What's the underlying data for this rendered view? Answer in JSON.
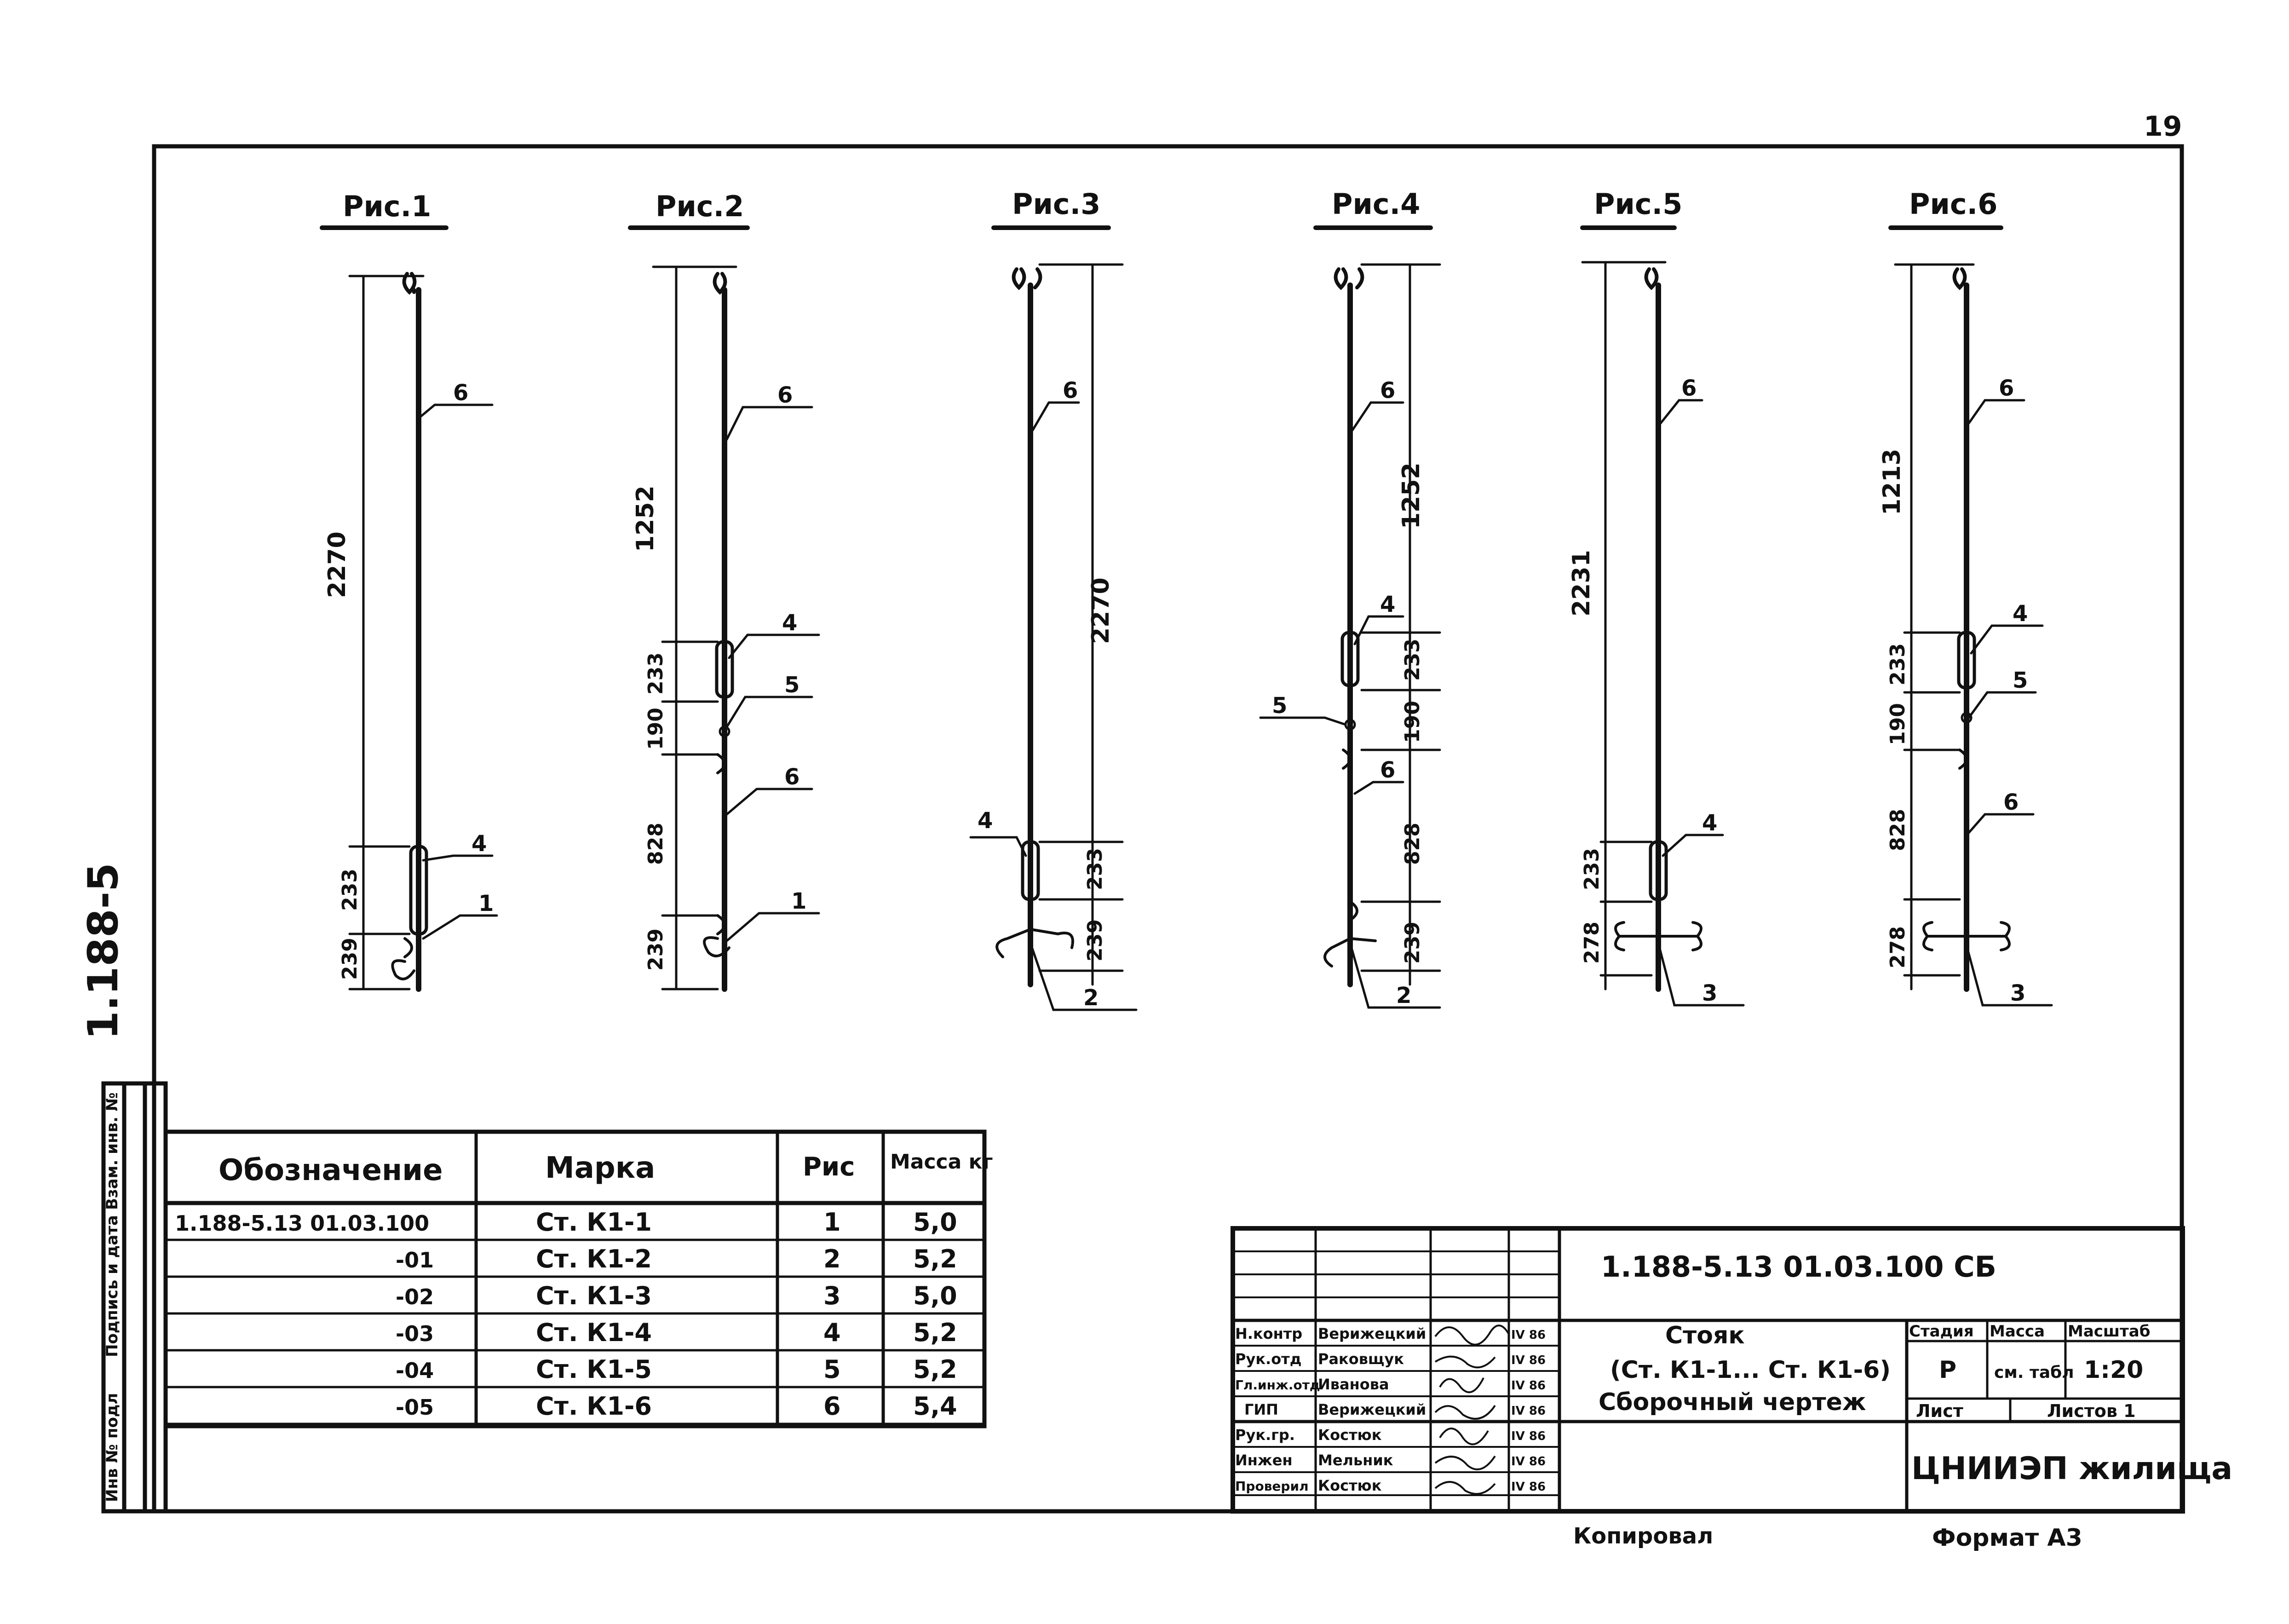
{
  "page_number": "19",
  "side_code": "1.188-5",
  "side_stamp": {
    "col1": "Инв № подл",
    "col2": "Подпись и дата",
    "col3": "Взам. инв. №"
  },
  "figures": [
    {
      "title": "Рис.1",
      "dims": [
        "2270",
        "233",
        "239"
      ],
      "callouts": [
        "6",
        "4",
        "1"
      ]
    },
    {
      "title": "Рис.2",
      "dims": [
        "1252",
        "233",
        "190",
        "828",
        "239"
      ],
      "callouts": [
        "6",
        "4",
        "5",
        "6",
        "1"
      ]
    },
    {
      "title": "Рис.3",
      "dims": [
        "2270",
        "233",
        "239"
      ],
      "callouts": [
        "6",
        "4",
        "2"
      ]
    },
    {
      "title": "Рис.4",
      "dims": [
        "1252",
        "233",
        "190",
        "828",
        "239"
      ],
      "callouts": [
        "6",
        "4",
        "5",
        "6",
        "2"
      ]
    },
    {
      "title": "Рис.5",
      "dims": [
        "2231",
        "233",
        "278"
      ],
      "callouts": [
        "6",
        "4",
        "3"
      ]
    },
    {
      "title": "Рис.6",
      "dims": [
        "1213",
        "233",
        "190",
        "828",
        "278"
      ],
      "callouts": [
        "6",
        "4",
        "5",
        "6",
        "3"
      ]
    }
  ],
  "spec_table": {
    "headers": [
      "Обозначение",
      "Марка",
      "Рис",
      "Масса кг"
    ],
    "rows": [
      [
        "1.188-5.13   01.03.100",
        "Ст. К1-1",
        "1",
        "5,0"
      ],
      [
        "-01",
        "Ст. К1-2",
        "2",
        "5,2"
      ],
      [
        "-02",
        "Ст. К1-3",
        "3",
        "5,0"
      ],
      [
        "-03",
        "Ст. К1-4",
        "4",
        "5,2"
      ],
      [
        "-04",
        "Ст. К1-5",
        "5",
        "5,2"
      ],
      [
        "-05",
        "Ст. К1-6",
        "6",
        "5,4"
      ]
    ]
  },
  "title_block": {
    "doc_code": "1.188-5.13  01.03.100 СБ",
    "title_lines": [
      "Стояк",
      "(Ст. К1-1... Ст. К1-6)",
      "Сборочный чертеж"
    ],
    "signatures": [
      {
        "role": "Н.контр",
        "name": "Верижецкий",
        "date": "IV 86"
      },
      {
        "role": "Рук.отд",
        "name": "Раковщук",
        "date": "IV 86"
      },
      {
        "role": "Гл.инж.отд",
        "name": "Иванова",
        "date": "IV 86"
      },
      {
        "role": "ГИП",
        "name": "Верижецкий",
        "date": "IV 86"
      },
      {
        "role": "Рук.гр.",
        "name": "Костюк",
        "date": "IV 86"
      },
      {
        "role": "Инжен",
        "name": "Мельник",
        "date": "IV 86"
      },
      {
        "role": "Проверил",
        "name": "Костюк",
        "date": "IV 86"
      }
    ],
    "stage_header": "Стадия",
    "mass_header": "Масса",
    "scale_header": "Масштаб",
    "stage": "Р",
    "mass": "см. табл",
    "scale": "1:20",
    "sheet_label": "Лист",
    "sheets_label": "Листов 1",
    "org": "ЦНИИЭП жилища"
  },
  "footer": {
    "copied": "Копировал",
    "format": "Формат А3"
  }
}
